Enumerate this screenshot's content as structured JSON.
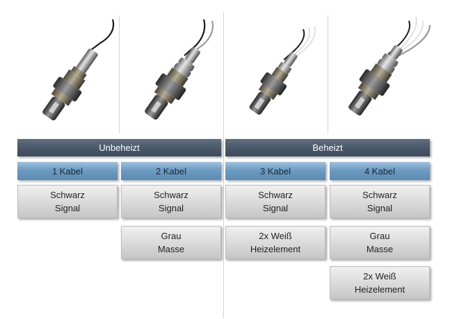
{
  "groups": {
    "unheated_label": "Unbeheizt",
    "heated_label": "Beheizt"
  },
  "columns": [
    {
      "header": "1 Kabel"
    },
    {
      "header": "2 Kabel"
    },
    {
      "header": "3 Kabel"
    },
    {
      "header": "4 Kabel"
    }
  ],
  "cells": {
    "c1_r1": {
      "line1": "Schwarz",
      "line2": "Signal"
    },
    "c2_r1": {
      "line1": "Schwarz",
      "line2": "Signal"
    },
    "c2_r2": {
      "line1": "Grau",
      "line2": "Masse"
    },
    "c3_r1": {
      "line1": "Schwarz",
      "line2": "Signal"
    },
    "c3_r2": {
      "line1": "2x Weiß",
      "line2": "Heizelement"
    },
    "c4_r1": {
      "line1": "Schwarz",
      "line2": "Signal"
    },
    "c4_r2": {
      "line1": "Grau",
      "line2": "Masse"
    },
    "c4_r3": {
      "line1": "2x Weiß",
      "line2": "Heizelement"
    }
  },
  "images": [
    {
      "icon": "lambda-sensor-1-wire-icon",
      "wires": [
        "black"
      ]
    },
    {
      "icon": "lambda-sensor-2-wire-icon",
      "wires": [
        "black",
        "gray"
      ]
    },
    {
      "icon": "lambda-sensor-3-wire-icon",
      "wires": [
        "black",
        "white",
        "white"
      ]
    },
    {
      "icon": "lambda-sensor-4-wire-icon",
      "wires": [
        "black",
        "gray",
        "white",
        "white"
      ]
    }
  ],
  "colors": {
    "group_header": "#4a5a6b",
    "cable_header": "#6d9bc2",
    "cell": "#d9d9d9",
    "wire_black": "#1a1a1a",
    "wire_gray": "#8a8a8a",
    "wire_white": "#f4f4f4"
  }
}
